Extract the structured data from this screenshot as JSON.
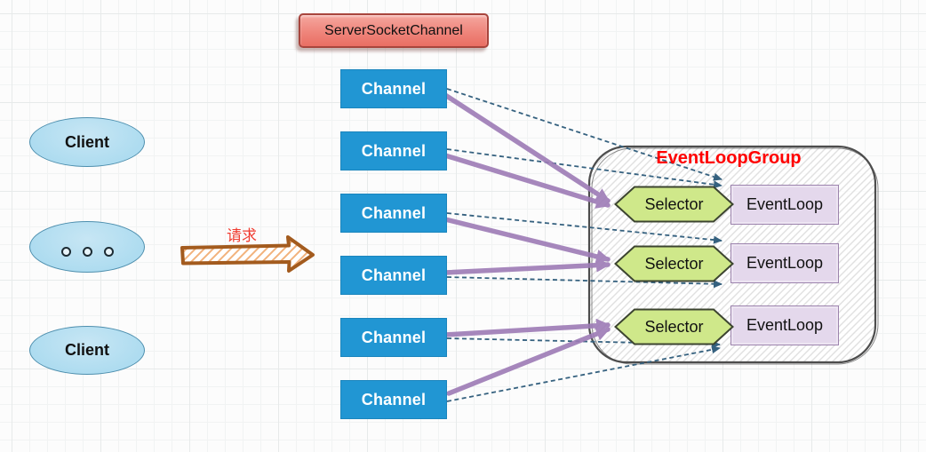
{
  "diagram": {
    "title_note": "Netty threading model diagram",
    "clients": {
      "top_label": "Client",
      "bottom_label": "Client",
      "ellipsis_dots": 3
    },
    "request_arrow": {
      "label": "请求"
    },
    "server_socket_channel": {
      "label": "ServerSocketChannel"
    },
    "channels": [
      {
        "label": "Channel"
      },
      {
        "label": "Channel"
      },
      {
        "label": "Channel"
      },
      {
        "label": "Channel"
      },
      {
        "label": "Channel"
      },
      {
        "label": "Channel"
      }
    ],
    "event_loop_group": {
      "title": "EventLoopGroup",
      "workers": [
        {
          "selector": "Selector",
          "event_loop": "EventLoop"
        },
        {
          "selector": "Selector",
          "event_loop": "EventLoop"
        },
        {
          "selector": "Selector",
          "event_loop": "EventLoop"
        }
      ]
    },
    "edges": {
      "purple_solid": [
        {
          "from": "channel-1",
          "to": "selector-1"
        },
        {
          "from": "channel-2",
          "to": "selector-1"
        },
        {
          "from": "channel-3",
          "to": "selector-2"
        },
        {
          "from": "channel-4",
          "to": "selector-2"
        },
        {
          "from": "channel-5",
          "to": "selector-3"
        },
        {
          "from": "channel-6",
          "to": "selector-3"
        }
      ],
      "dashed": [
        {
          "from": "channel-1",
          "to": "event-loop-1"
        },
        {
          "from": "channel-2",
          "to": "event-loop-1"
        },
        {
          "from": "channel-3",
          "to": "event-loop-2"
        },
        {
          "from": "channel-4",
          "to": "event-loop-2"
        },
        {
          "from": "channel-5",
          "to": "event-loop-3"
        },
        {
          "from": "channel-6",
          "to": "event-loop-3"
        }
      ]
    },
    "colors": {
      "channel_blue": "#2196d3",
      "client_blue": "#aedcf0",
      "server_socket_red": "#ef857b",
      "selector_green": "#cfe88a",
      "event_loop_purple": "#e4d8ec",
      "group_title_red": "#ff0000",
      "request_label_red": "#f03b30",
      "purple_arrow": "#9d7bb6",
      "dashed_arrow": "#35617f"
    }
  }
}
